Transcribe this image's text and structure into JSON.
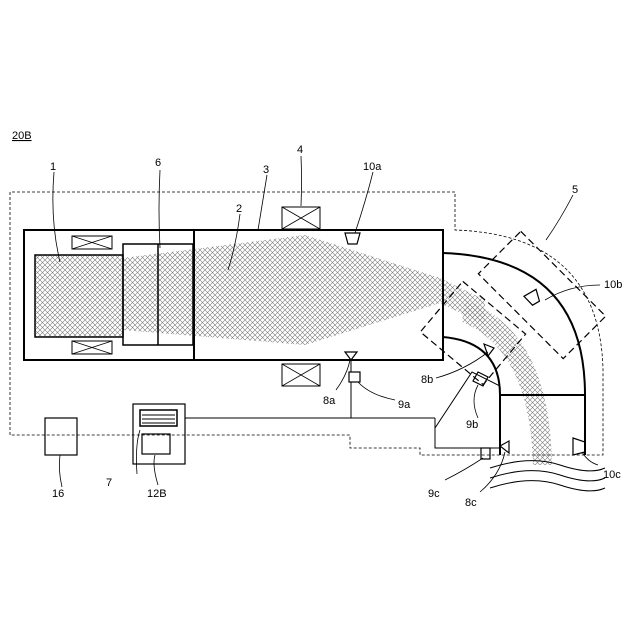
{
  "figure_label": "20B",
  "labels": {
    "l1": "1",
    "l2": "2",
    "l3": "3",
    "l4": "4",
    "l5": "5",
    "l6": "6",
    "l7": "7",
    "l8a": "8a",
    "l8b": "8b",
    "l8c": "8c",
    "l9a": "9a",
    "l9b": "9b",
    "l9c": "9c",
    "l10a": "10a",
    "l10b": "10b",
    "l10c": "10c",
    "l12B": "12B",
    "l16": "16"
  }
}
